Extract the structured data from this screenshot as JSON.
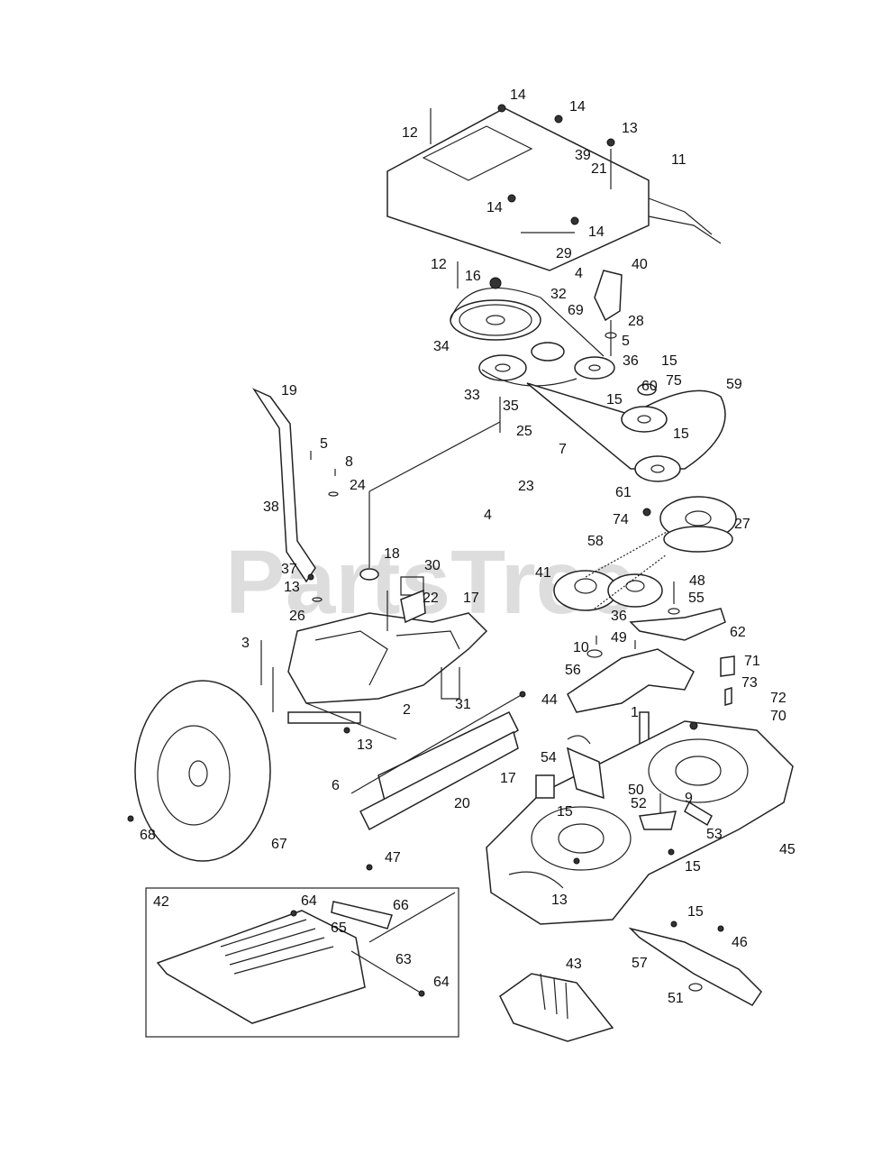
{
  "watermark": "PartsTree",
  "inset_label": "42",
  "callouts": [
    "1",
    "2",
    "3",
    "4",
    "5",
    "6",
    "7",
    "8",
    "9",
    "10",
    "11",
    "12",
    "13",
    "14",
    "15",
    "16",
    "17",
    "18",
    "19",
    "20",
    "21",
    "22",
    "23",
    "24",
    "25",
    "26",
    "27",
    "28",
    "29",
    "30",
    "31",
    "32",
    "33",
    "34",
    "35",
    "36",
    "37",
    "38",
    "39",
    "40",
    "41",
    "43",
    "44",
    "45",
    "46",
    "47",
    "48",
    "49",
    "50",
    "51",
    "52",
    "53",
    "54",
    "55",
    "56",
    "57",
    "58",
    "59",
    "60",
    "61",
    "62",
    "63",
    "64",
    "65",
    "66",
    "67",
    "68",
    "69",
    "70",
    "71",
    "72",
    "73",
    "74",
    "75"
  ],
  "colors": {
    "line": "#222222",
    "watermark": "#c8c8c8",
    "background": "#ffffff"
  }
}
